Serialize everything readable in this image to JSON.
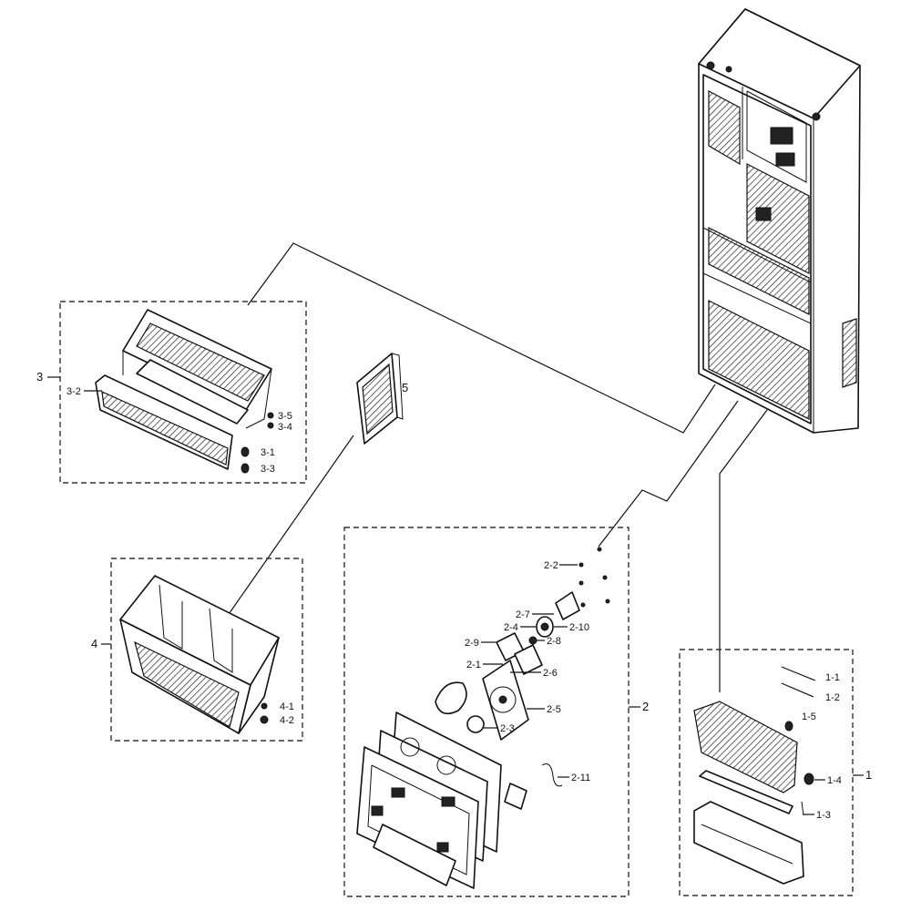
{
  "diagram": {
    "groups": [
      {
        "id": "1",
        "label": "1",
        "parts": [
          "1-1",
          "1-2",
          "1-3",
          "1-4",
          "1-5"
        ]
      },
      {
        "id": "2",
        "label": "2",
        "parts": [
          "2-1",
          "2-2",
          "2-3",
          "2-4",
          "2-5",
          "2-6",
          "2-7",
          "2-8",
          "2-9",
          "2-10",
          "2-11"
        ]
      },
      {
        "id": "3",
        "label": "3",
        "parts": [
          "3-1",
          "3-2",
          "3-3",
          "3-4",
          "3-5"
        ]
      },
      {
        "id": "4",
        "label": "4",
        "parts": [
          "4-1",
          "4-2"
        ]
      },
      {
        "id": "5",
        "label": "5",
        "parts": []
      }
    ],
    "callouts": {
      "g1": "1",
      "g2": "2",
      "g3": "3",
      "g4": "4",
      "g5": "5",
      "p1_1": "1-1",
      "p1_2": "1-2",
      "p1_3": "1-3",
      "p1_4": "1-4",
      "p1_5": "1-5",
      "p2_1": "2-1",
      "p2_2": "2-2",
      "p2_3": "2-3",
      "p2_4": "2-4",
      "p2_5": "2-5",
      "p2_6": "2-6",
      "p2_7": "2-7",
      "p2_8": "2-8",
      "p2_9": "2-9",
      "p2_10": "2-10",
      "p2_11": "2-11",
      "p3_1": "3-1",
      "p3_2": "3-2",
      "p3_3": "3-3",
      "p3_4": "3-4",
      "p3_5": "3-5",
      "p4_1": "4-1",
      "p4_2": "4-2"
    }
  }
}
